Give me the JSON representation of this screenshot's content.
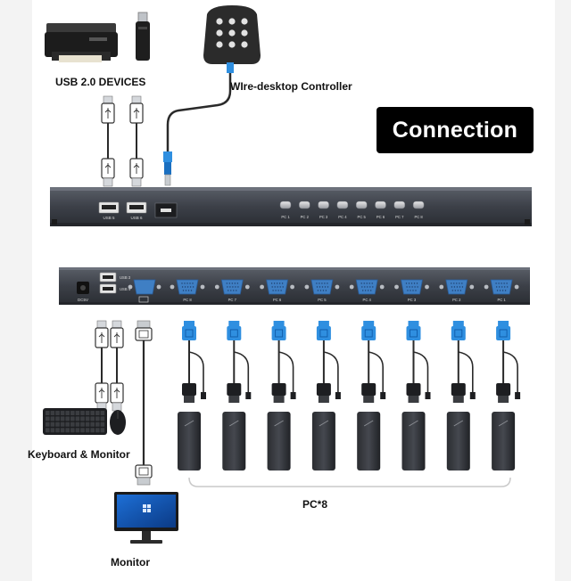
{
  "labels": {
    "usb_devices": "USB 2.0 DEVICES",
    "controller": "WIre-desktop Controller",
    "connection": "Connection",
    "keyboard_monitor": "Keyboard & Monitor",
    "pcs": "PC*8",
    "monitor": "Monitor"
  },
  "front_panel": {
    "usb_ports": [
      "USB 5",
      "USB 6"
    ],
    "buttons": [
      "PC 1",
      "PC 2",
      "PC 3",
      "PC 4",
      "PC 5",
      "PC 6",
      "PC 7",
      "PC 8"
    ]
  },
  "rear_panel": {
    "power": "DC5V",
    "usb_ports": [
      "USB 3",
      "USB 4"
    ],
    "vga_ports": [
      "PC 8",
      "PC 7",
      "PC 6",
      "PC 5",
      "PC 4",
      "PC 3",
      "PC 2",
      "PC 1"
    ]
  },
  "colors": {
    "device_body": "#3c4048",
    "vga_port": "#3f7fc4",
    "connector_blue": "#2f8fe0",
    "bracket": "#c9c9c9"
  }
}
